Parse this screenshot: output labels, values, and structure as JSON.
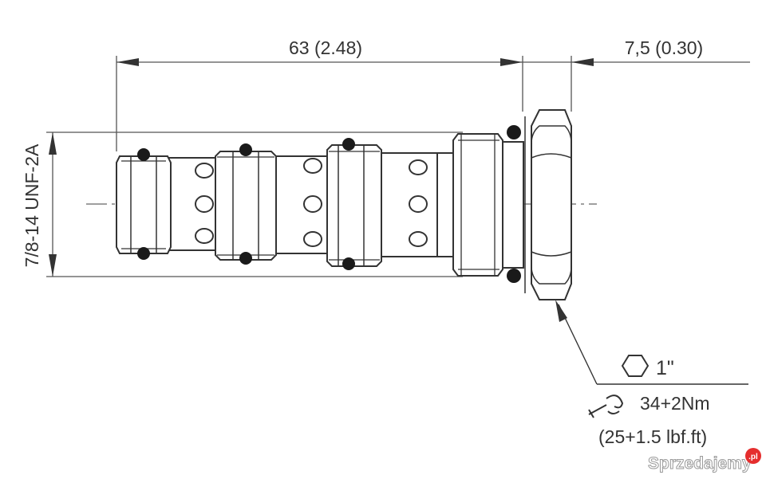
{
  "dimensions": {
    "length_label": "63 (2.48)",
    "hex_length_label": "7,5 (0.30)",
    "thread_label": "7/8-14 UNF-2A"
  },
  "callout": {
    "hex_size": "1\"",
    "torque_metric": "34+2Nm",
    "torque_imperial": "(25+1.5 lbf.ft)"
  },
  "watermark": {
    "text": "Sprzedajemy",
    "badge": ".pl"
  },
  "colors": {
    "line": "#333333",
    "dim_line": "#555555",
    "center_line": "#666666",
    "watermark_badge": "#e52e2e"
  },
  "icons": {
    "hex": "hexagon-icon",
    "torque": "wrench-icon"
  }
}
